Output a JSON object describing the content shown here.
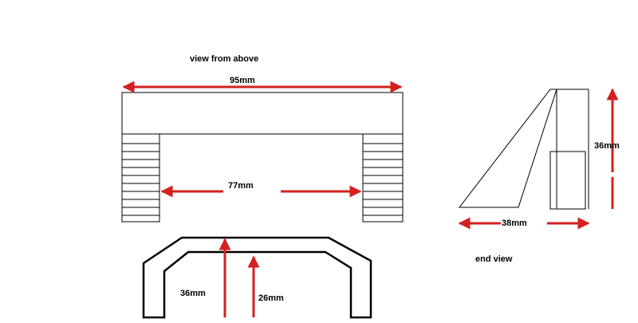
{
  "labels": {
    "top_view_title": "view from above",
    "end_view_title": "end view",
    "total_width": "95mm",
    "inner_width": "77mm",
    "outer_height": "36mm",
    "inner_height": "26mm",
    "end_height": "36mm",
    "end_depth": "38mm"
  },
  "colors": {
    "arrow": "#d42020",
    "line": "#000000",
    "background": "#ffffff"
  }
}
